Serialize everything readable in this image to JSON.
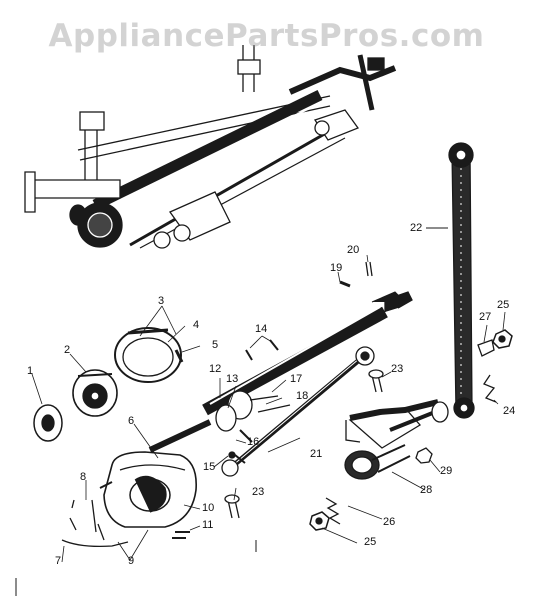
{
  "watermark": "AppliancePartsPros.com",
  "callouts": [
    "1",
    "2",
    "3",
    "4",
    "5",
    "6",
    "7",
    "8",
    "9",
    "10",
    "11",
    "12",
    "13",
    "14",
    "15",
    "16",
    "17",
    "18",
    "19",
    "20",
    "21",
    "22",
    "23",
    "23",
    "24",
    "25",
    "25",
    "26",
    "27",
    "28",
    "29"
  ],
  "colors": {
    "ink": "#1a1a1a",
    "paper": "#ffffff",
    "watermark": "#969696"
  }
}
